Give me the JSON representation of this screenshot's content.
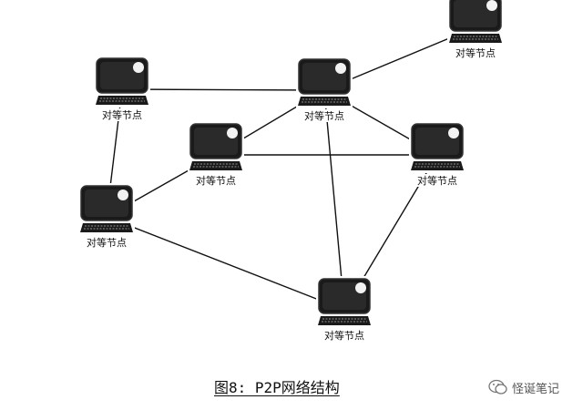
{
  "diagram": {
    "nodes": [
      {
        "id": "top-right",
        "label": "对等节点"
      },
      {
        "id": "upper-left",
        "label": "对等节点"
      },
      {
        "id": "upper-center",
        "label": "对等节点"
      },
      {
        "id": "middle-left",
        "label": "对等节点"
      },
      {
        "id": "middle-right",
        "label": "对等节点"
      },
      {
        "id": "left",
        "label": "对等节点"
      },
      {
        "id": "bottom",
        "label": "对等节点"
      }
    ],
    "edges": [
      [
        "upper-center",
        "top-right"
      ],
      [
        "upper-left",
        "upper-center"
      ],
      [
        "upper-left",
        "left"
      ],
      [
        "upper-center",
        "middle-left"
      ],
      [
        "upper-center",
        "middle-right"
      ],
      [
        "upper-center",
        "bottom"
      ],
      [
        "middle-left",
        "left"
      ],
      [
        "middle-left",
        "middle-right"
      ],
      [
        "middle-right",
        "bottom"
      ],
      [
        "left",
        "bottom"
      ]
    ]
  },
  "caption": "图8: P2P网络结构",
  "watermark": {
    "text": "怪诞笔记",
    "icon": "wechat-bubble-icon"
  }
}
